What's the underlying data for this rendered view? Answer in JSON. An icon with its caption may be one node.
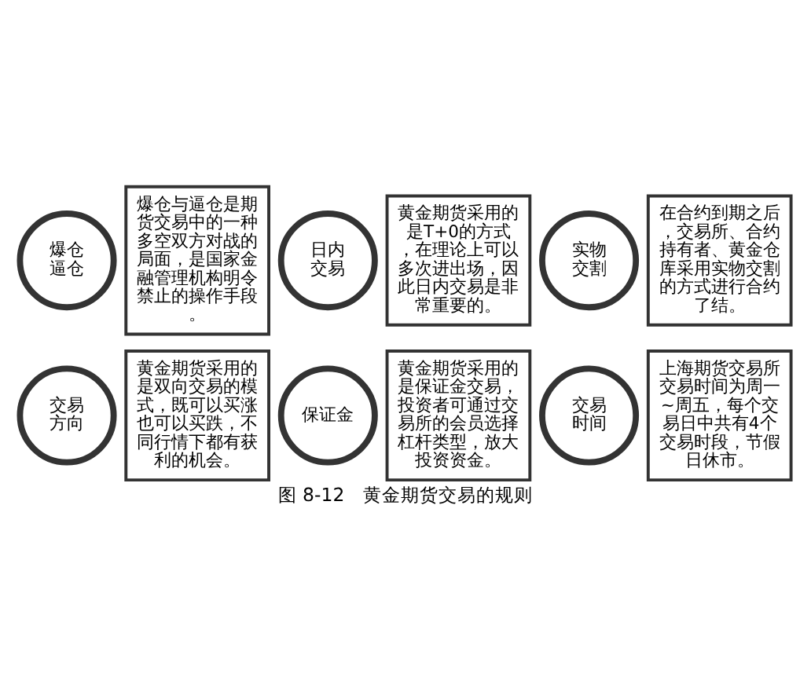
{
  "diagram": {
    "caption": "图 8-12　黄金期货交易的规则",
    "nodes": [
      {
        "text": [
          "交易方向"
        ]
      },
      {
        "text": [
          "黄金期货采用的是双向交易的模式，既可以买涨也可以买跌，不同行情下都有获利的机会。"
        ]
      },
      {
        "text": [
          "保证金"
        ]
      },
      {
        "text": [
          "黄金期货采用的是保证金交易，投资者可通过交易所的会员选择杠杆类型，放大投资资金。"
        ]
      },
      {
        "text": [
          "交易时间"
        ]
      },
      {
        "text": [
          "上海期货交易所交易时间为周一~周五，每个交易日中共有4个交易时段，节假日休市。"
        ]
      },
      {
        "text": [
          "爆仓逼仓"
        ]
      },
      {
        "text": [
          "爆仓与逼仓是期货交易中的一种多空双方对战的局面，是国家金融管理机构明令禁止的操作手段。"
        ]
      },
      {
        "text": [
          "日内交易"
        ]
      },
      {
        "text": [
          "黄金期货采用的是T+0的方式，在理论上可以多次进出场，因此日内交易是非常重要的。"
        ]
      },
      {
        "text": [
          "实物交割"
        ]
      },
      {
        "text": [
          "在合约到期之后，交易所、合约持有者、黄金仓库采用实物交割的方式进行合约了结。"
        ]
      }
    ],
    "edges": []
  }
}
